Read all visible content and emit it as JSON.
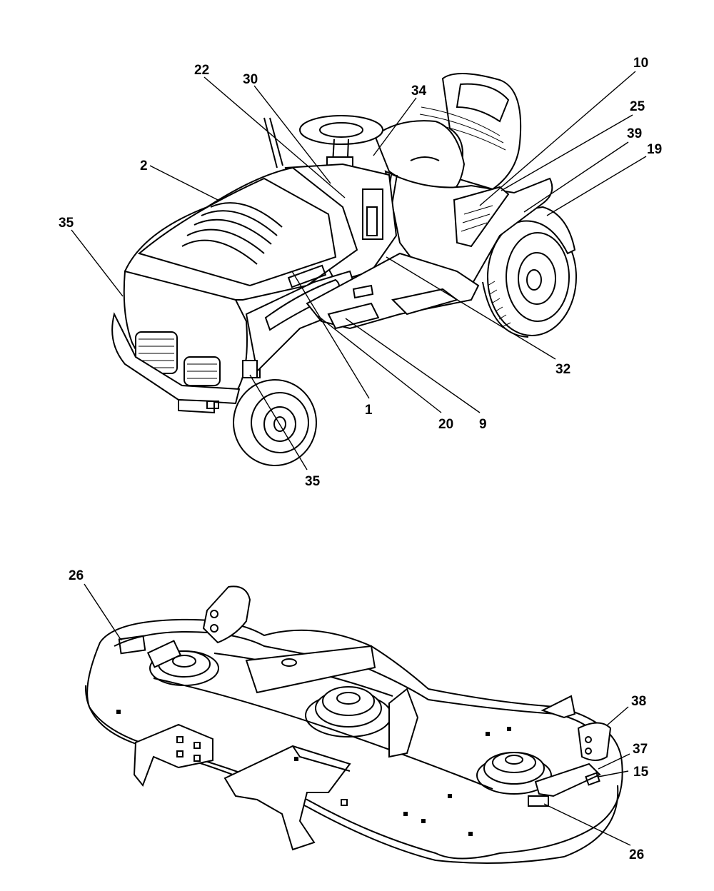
{
  "callouts_tractor": [
    {
      "id": "c22",
      "label": "22"
    },
    {
      "id": "c30",
      "label": "30"
    },
    {
      "id": "c34",
      "label": "34"
    },
    {
      "id": "c10",
      "label": "10"
    },
    {
      "id": "c25",
      "label": "25"
    },
    {
      "id": "c39",
      "label": "39"
    },
    {
      "id": "c19",
      "label": "19"
    },
    {
      "id": "c2",
      "label": "2"
    },
    {
      "id": "c35a",
      "label": "35"
    },
    {
      "id": "c32",
      "label": "32"
    },
    {
      "id": "c1",
      "label": "1"
    },
    {
      "id": "c20",
      "label": "20"
    },
    {
      "id": "c9",
      "label": "9"
    },
    {
      "id": "c35b",
      "label": "35"
    }
  ],
  "callouts_deck": [
    {
      "id": "d26a",
      "label": "26"
    },
    {
      "id": "d38",
      "label": "38"
    },
    {
      "id": "d37",
      "label": "37"
    },
    {
      "id": "d15",
      "label": "15"
    },
    {
      "id": "d26b",
      "label": "26"
    }
  ]
}
